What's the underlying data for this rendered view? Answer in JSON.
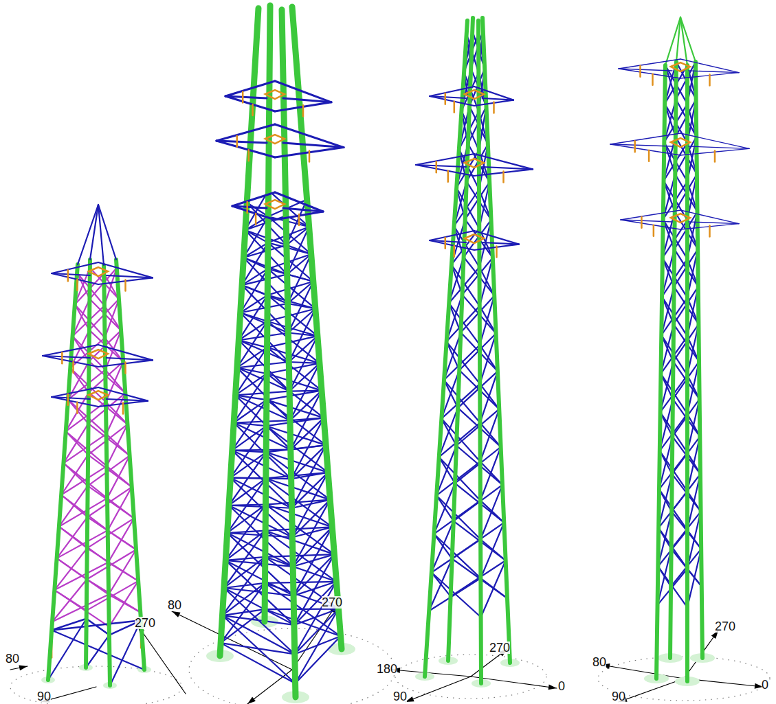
{
  "diagram": {
    "labels": [
      "80",
      "90",
      "270",
      "80",
      "270",
      "180",
      "90",
      "270",
      "0",
      "80",
      "90",
      "270",
      "0"
    ]
  }
}
